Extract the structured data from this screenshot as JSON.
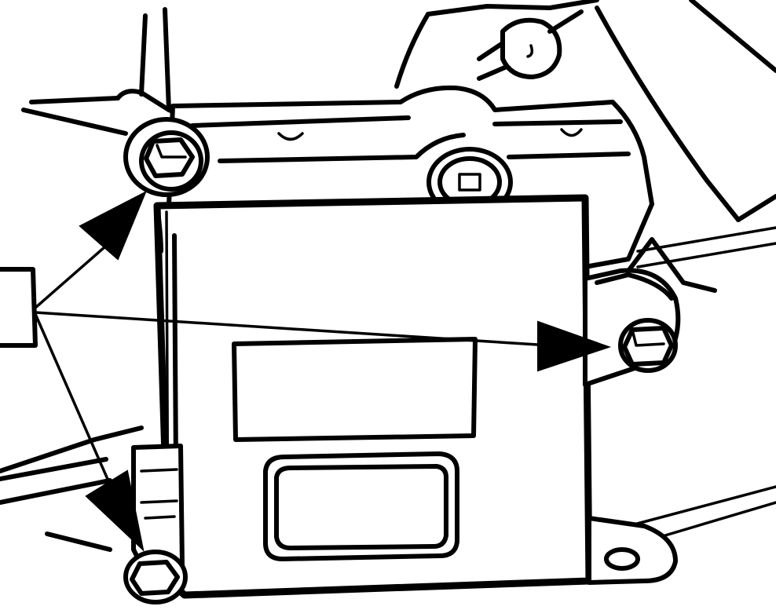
{
  "diagram": {
    "callout_label": "",
    "colors": {
      "ink": "#000000",
      "background": "#ffffff"
    },
    "parts": [
      "control-module",
      "mounting-bracket",
      "upper-left-nut",
      "right-nut",
      "lower-left-nut",
      "square-head-bolt",
      "connector-socket",
      "label-plate"
    ]
  }
}
